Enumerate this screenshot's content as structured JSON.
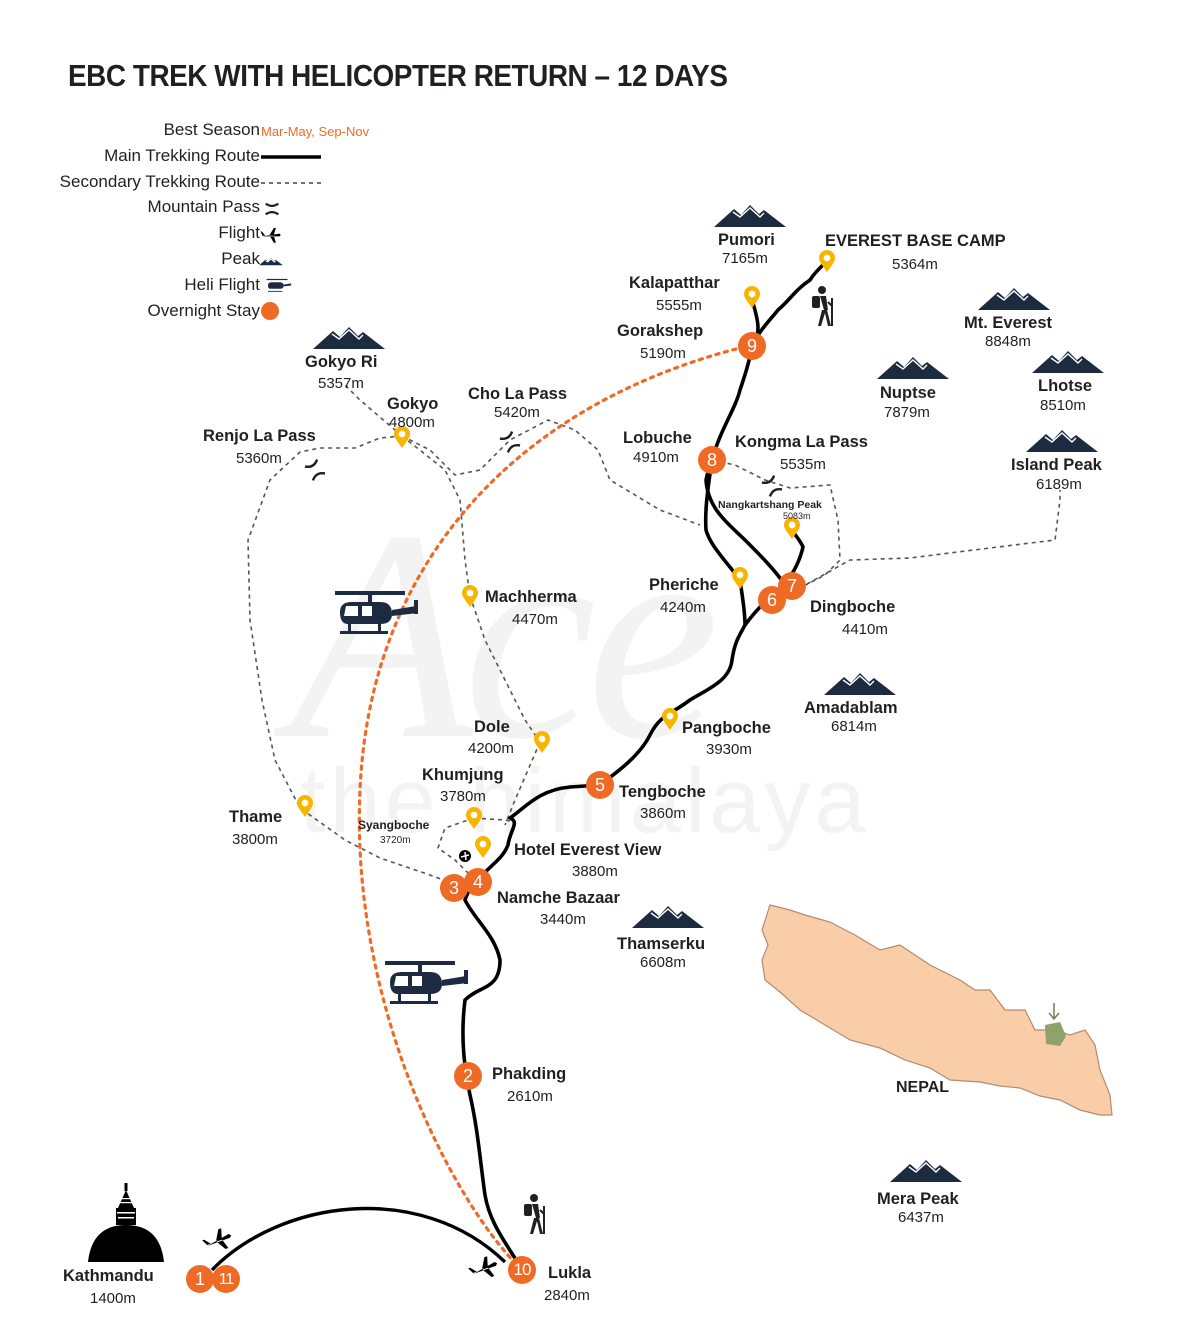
{
  "title": "EBC TREK WITH HELICOPTER RETURN – 12 DAYS",
  "watermark": {
    "main": "Ace",
    "sub": "the himalaya"
  },
  "legend": {
    "best_season_label": "Best Season",
    "best_season_value": "Mar-May, Sep-Nov",
    "main_route": "Main Trekking Route",
    "secondary_route": "Secondary Trekking Route",
    "mountain_pass": "Mountain Pass",
    "flight": "Flight",
    "peak": "Peak",
    "heli_flight": "Heli Flight",
    "overnight_stay": "Overnight Stay"
  },
  "colors": {
    "route": "#000000",
    "overnight": "#ef6a24",
    "waypoint": "#f7b500",
    "peak": "#1c2b3f",
    "nepal_fill": "#f8cda8",
    "everest_region": "#8fa26b",
    "text": "#231f20"
  },
  "places": {
    "kathmandu": {
      "name": "Kathmandu",
      "alt": "1400m"
    },
    "lukla": {
      "name": "Lukla",
      "alt": "2840m"
    },
    "phakding": {
      "name": "Phakding",
      "alt": "2610m"
    },
    "namche": {
      "name": "Namche Bazaar",
      "alt": "3440m"
    },
    "hotel_everest_view": {
      "name": "Hotel Everest View",
      "alt": "3880m"
    },
    "syangboche": {
      "name": "Syangboche",
      "alt": "3720m"
    },
    "khumjung": {
      "name": "Khumjung",
      "alt": "3780m"
    },
    "thame": {
      "name": "Thame",
      "alt": "3800m"
    },
    "tengboche": {
      "name": "Tengboche",
      "alt": "3860m"
    },
    "pangboche": {
      "name": "Pangboche",
      "alt": "3930m"
    },
    "dole": {
      "name": "Dole",
      "alt": "4200m"
    },
    "machherma": {
      "name": "Machherma",
      "alt": "4470m"
    },
    "pheriche": {
      "name": "Pheriche",
      "alt": "4240m"
    },
    "dingboche": {
      "name": "Dingboche",
      "alt": "4410m"
    },
    "nangkartshang": {
      "name": "Nangkartshang Peak",
      "alt": "5083m"
    },
    "lobuche": {
      "name": "Lobuche",
      "alt": "4910m"
    },
    "kongma_la": {
      "name": "Kongma La Pass",
      "alt": "5535m"
    },
    "gorakshep": {
      "name": "Gorakshep",
      "alt": "5190m"
    },
    "kalapatthar": {
      "name": "Kalapatthar",
      "alt": "5555m"
    },
    "ebc": {
      "name": "EVEREST BASE CAMP",
      "alt": "5364m"
    },
    "cho_la": {
      "name": "Cho La Pass",
      "alt": "5420m"
    },
    "gokyo": {
      "name": "Gokyo",
      "alt": "4800m"
    },
    "gokyo_ri": {
      "name": "Gokyo Ri",
      "alt": "5357m"
    },
    "renjo_la": {
      "name": "Renjo La Pass",
      "alt": "5360m"
    }
  },
  "peaks": {
    "pumori": {
      "name": "Pumori",
      "alt": "7165m"
    },
    "everest": {
      "name": "Mt. Everest",
      "alt": "8848m"
    },
    "nuptse": {
      "name": "Nuptse",
      "alt": "7879m"
    },
    "lhotse": {
      "name": "Lhotse",
      "alt": "8510m"
    },
    "island_peak": {
      "name": "Island Peak",
      "alt": "6189m"
    },
    "amadablam": {
      "name": "Amadablam",
      "alt": "6814m"
    },
    "thamserku": {
      "name": "Thamserku",
      "alt": "6608m"
    },
    "mera_peak": {
      "name": "Mera Peak",
      "alt": "6437m"
    }
  },
  "overnight_days": [
    "1",
    "2",
    "3",
    "4",
    "5",
    "6",
    "7",
    "8",
    "9",
    "10",
    "11"
  ],
  "nepal_label": "NEPAL",
  "icons": [
    "stupa-icon",
    "plane-icon",
    "helicopter-icon",
    "hiker-icon",
    "peak-icon",
    "pass-icon",
    "pin-icon",
    "airport-icon"
  ]
}
